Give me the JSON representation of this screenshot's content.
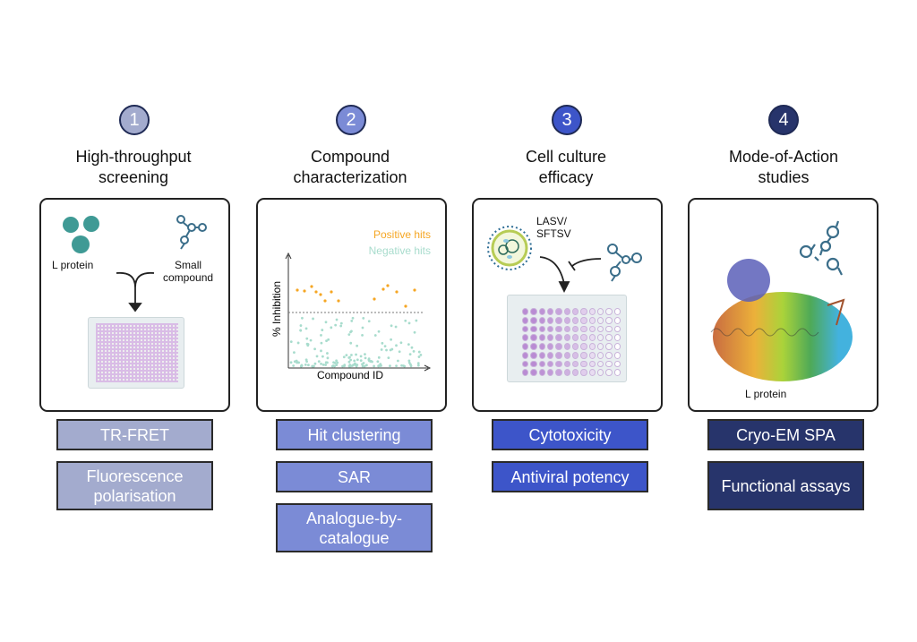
{
  "colors": {
    "step1": "#a3abce",
    "step2": "#7b8bd6",
    "step3": "#3d55c9",
    "step4": "#27346b",
    "positive": "#f5a623",
    "negative": "#a8dccd"
  },
  "steps": [
    {
      "number": "1",
      "title_line1": "High-throughput",
      "title_line2": "screening",
      "tags": [
        "TR-FRET",
        "Fluorescence polarisation"
      ],
      "panel": {
        "label_protein": "L protein",
        "label_compound_1": "Small",
        "label_compound_2": "compound",
        "icons": [
          "protein-icon",
          "molecule-icon",
          "merge-arrow-icon",
          "well-plate-384-icon"
        ]
      }
    },
    {
      "number": "2",
      "title_line1": "Compound",
      "title_line2": "characterization",
      "tags": [
        "Hit clustering",
        "SAR",
        "Analogue-by-catalogue"
      ],
      "panel": {
        "legend_positive": "Positive hits",
        "legend_negative": "Negative hits",
        "ylabel": "% Inhibition",
        "xlabel": "Compound ID"
      }
    },
    {
      "number": "3",
      "title_line1": "Cell culture",
      "title_line2": "efficacy",
      "tags": [
        "Cytotoxicity",
        "Antiviral potency"
      ],
      "panel": {
        "virus_line1": "LASV/",
        "virus_line2": "SFTSV",
        "icons": [
          "virus-icon",
          "molecule-icon",
          "inhibition-arrow-icon",
          "well-plate-96-icon"
        ]
      }
    },
    {
      "number": "4",
      "title_line1": "Mode-of-Action",
      "title_line2": "studies",
      "tags": [
        "Cryo-EM SPA",
        "Functional assays"
      ],
      "panel": {
        "label_protein": "L protein",
        "icons": [
          "protein-structure-icon",
          "molecule-icon"
        ]
      }
    }
  ]
}
